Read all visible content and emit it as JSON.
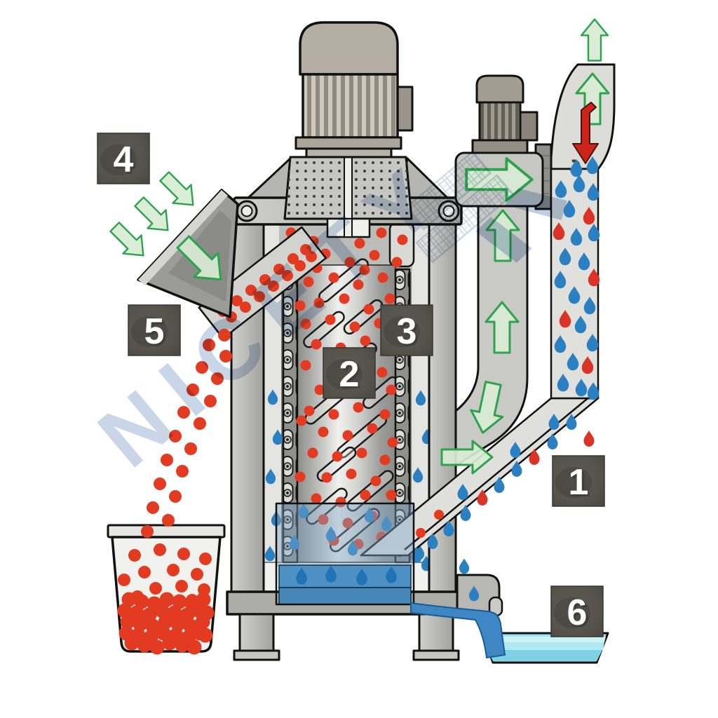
{
  "watermark": {
    "text": "NICETY"
  },
  "callouts": [
    "1",
    "2",
    "3",
    "4",
    "5",
    "6"
  ],
  "colors": {
    "pellet": "#e23b22",
    "water_drop": "#2b80c2",
    "pool_drop": "#2273b5",
    "hot_drop": "#d93425",
    "arrow_green_stroke": "#2ea34d",
    "arrow_green_fill": "#d8ecd4",
    "return_arrow_red": "#cc2418",
    "callout_bg": "#56534d",
    "callout_text": "#ffffff",
    "pool_water": "#4d91c4",
    "tray_water": "#9ee2ee",
    "machine_gray": "#c2c2be",
    "watermark_blue": "#93aed0"
  }
}
